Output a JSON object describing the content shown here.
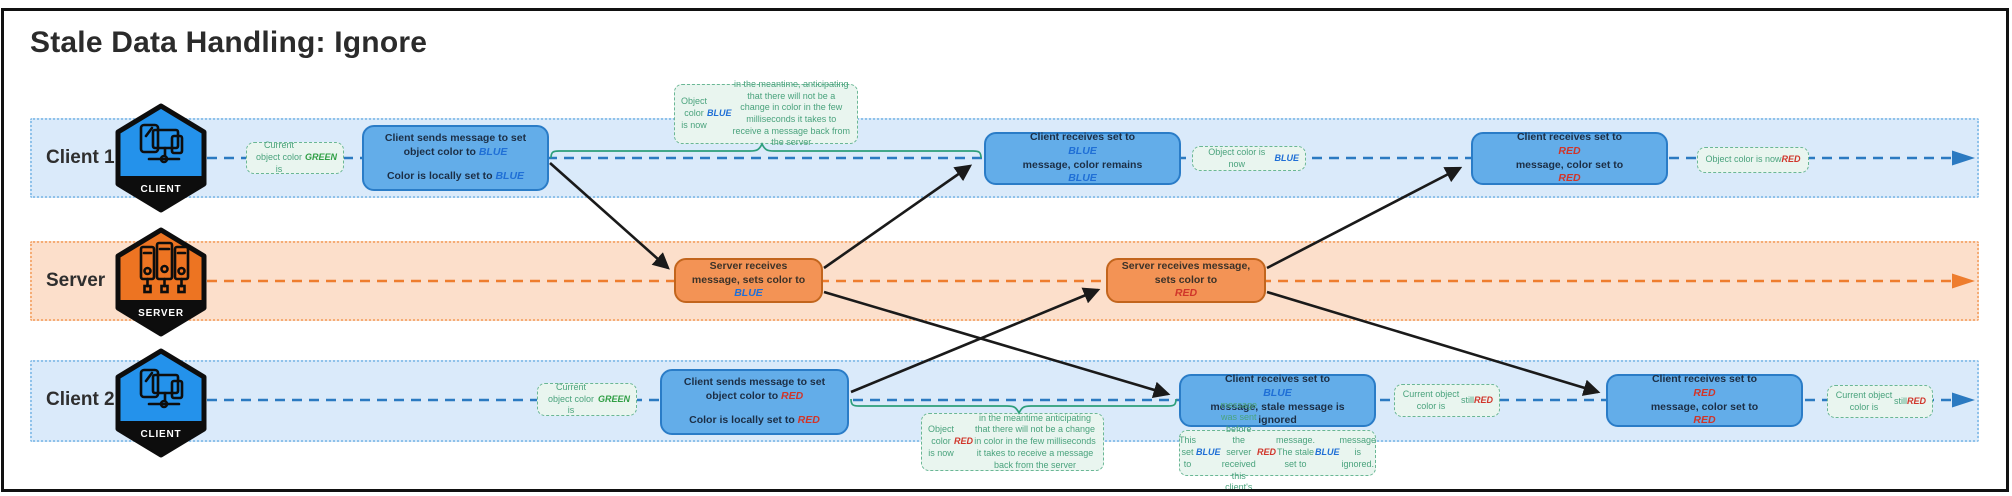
{
  "title": "Stale Data Handling: Ignore",
  "colors": {
    "client_lane_bg": "#daeafa",
    "server_lane_bg": "#fcdfcb",
    "client_box_fill": "#63ade9",
    "client_box_border": "#2a7cc7",
    "server_box_fill": "#f39355",
    "server_box_border": "#c2651d",
    "note_bg": "#e9f5ef",
    "note_border": "#6ab795",
    "note_text": "#4aa37d",
    "client_line": "#2b7ac1",
    "server_line": "#ee7d2e",
    "brace": "#2d9e7b",
    "arrow": "#1a1a1a",
    "word_blue": "#1f6fd6",
    "word_red": "#d0352a",
    "word_green": "#2f9e44"
  },
  "lanes": [
    {
      "id": "client1",
      "label": "Client 1",
      "badge_label": "CLIENT"
    },
    {
      "id": "server",
      "label": "Server",
      "badge_label": "SERVER"
    },
    {
      "id": "client2",
      "label": "Client 2",
      "badge_label": "CLIENT"
    }
  ],
  "messages": {
    "client1_send_line1": [
      {
        "t": "Client sends message to set object color to "
      },
      {
        "t": "BLUE",
        "c": "blue"
      }
    ],
    "client1_send_line2": [
      {
        "t": "Color is locally set to "
      },
      {
        "t": "BLUE",
        "c": "blue"
      }
    ],
    "client1_recv_blue": [
      {
        "t": "Client receives set to "
      },
      {
        "t": "BLUE",
        "c": "blue"
      },
      {
        "t": " message, color remains "
      },
      {
        "t": "BLUE",
        "c": "blue"
      }
    ],
    "client1_recv_red": [
      {
        "t": "Client receives set to "
      },
      {
        "t": "RED",
        "c": "red"
      },
      {
        "t": " message, color set to "
      },
      {
        "t": "RED",
        "c": "red"
      }
    ],
    "server_recv_blue": [
      {
        "t": "Server receives message, sets color to "
      },
      {
        "t": "BLUE",
        "c": "blue"
      }
    ],
    "server_recv_red": [
      {
        "t": "Server receives message, sets color to "
      },
      {
        "t": "RED",
        "c": "red"
      }
    ],
    "client2_send_line1": [
      {
        "t": "Client sends message to set object color to "
      },
      {
        "t": "RED",
        "c": "red"
      }
    ],
    "client2_send_line2": [
      {
        "t": "Color is locally set to "
      },
      {
        "t": "RED",
        "c": "red"
      }
    ],
    "client2_recv_blue_stale": [
      {
        "t": "Client receives set to "
      },
      {
        "t": "BLUE",
        "c": "blue"
      },
      {
        "t": " message, stale message is ignored"
      }
    ],
    "client2_recv_red": [
      {
        "t": "Client receives set to "
      },
      {
        "t": "RED",
        "c": "red"
      },
      {
        "t": " message, color set to "
      },
      {
        "t": "RED",
        "c": "red"
      }
    ]
  },
  "notes": {
    "client1_initial": [
      {
        "t": "Current object color is "
      },
      {
        "t": "GREEN",
        "c": "green"
      }
    ],
    "client1_meantime": [
      {
        "t": "Object color is now "
      },
      {
        "t": "BLUE",
        "c": "blue"
      },
      {
        "t": " in the meantime, anticipating that there will not be a change in color in the few milliseconds it takes to receive a message back from the server"
      }
    ],
    "client1_now_blue": [
      {
        "t": "Object color is now "
      },
      {
        "t": "BLUE",
        "c": "blue"
      }
    ],
    "client1_now_red": [
      {
        "t": "Object color is now "
      },
      {
        "t": "RED",
        "c": "red"
      }
    ],
    "client2_initial": [
      {
        "t": "Current object color is "
      },
      {
        "t": "GREEN",
        "c": "green"
      }
    ],
    "client2_meantime": [
      {
        "t": "Object color is now "
      },
      {
        "t": "RED",
        "c": "red"
      },
      {
        "t": " in the meantime anticipating that there will not be a change in color in the few milliseconds it takes to receive a message back from the server"
      }
    ],
    "client2_stale_explain": [
      {
        "t": "This set to "
      },
      {
        "t": "BLUE",
        "c": "blue"
      },
      {
        "t": " message was sent before the server received this client's set to "
      },
      {
        "t": "RED",
        "c": "red"
      },
      {
        "t": " message. The stale set to "
      },
      {
        "t": "BLUE",
        "c": "blue"
      },
      {
        "t": " message is ignored."
      }
    ],
    "client2_still_red_1": [
      {
        "t": "Current object color is "
      },
      {
        "t": "still "
      },
      {
        "t": "RED",
        "c": "red"
      }
    ],
    "client2_still_red_2": [
      {
        "t": "Current object color is "
      },
      {
        "t": "still "
      },
      {
        "t": "RED",
        "c": "red"
      }
    ]
  }
}
